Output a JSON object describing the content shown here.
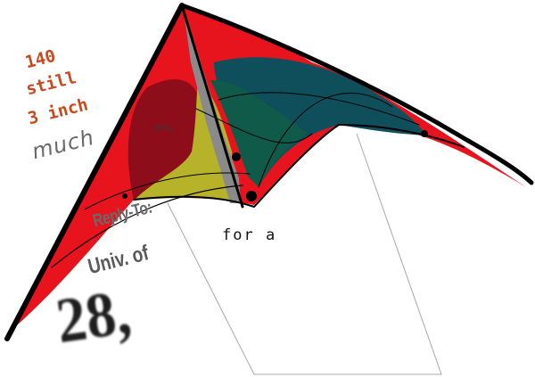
{
  "labels": {
    "line_140": "140",
    "line_still": "still",
    "line_3_inch": "3 inch",
    "line_much": "much",
    "reply_to": "Reply-To:",
    "univ_of": "Univ. of",
    "number_28": "28,",
    "for_a": "for a",
    "arms": "arms"
  },
  "colors": {
    "red": "#e8141d",
    "dark_red": "#8e0d1a",
    "teal": "#0f4f5c",
    "dark_green": "#0f5a48",
    "olive_yellow": "#b6b32a",
    "grey": "#8a8a8a",
    "black": "#000000",
    "orange_text": "#c84a1c",
    "grey_text": "#6a6a6a",
    "dark_text": "#1e1e1e"
  }
}
